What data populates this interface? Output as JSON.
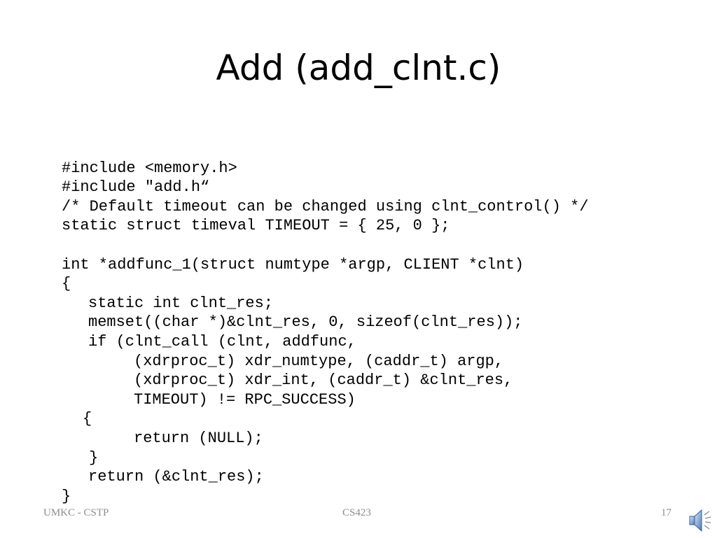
{
  "slide": {
    "title": "Add (add_clnt.c)",
    "code_lines": [
      "#include <memory.h>",
      "#include \"add.h“",
      "/* Default timeout can be changed using clnt_control() */",
      "static struct timeval TIMEOUT = { 25, 0 };",
      "int *addfunc_1(struct numtype *argp, CLIENT *clnt)",
      "{",
      "static int clnt_res;",
      "memset((char *)&clnt_res, 0, sizeof(clnt_res));",
      "if (clnt_call (clnt, addfunc,",
      "(xdrproc_t) xdr_numtype, (caddr_t) argp,",
      "(xdrproc_t) xdr_int, (caddr_t) &clnt_res,",
      "TIMEOUT) != RPC_SUCCESS)",
      "{",
      "return (NULL);",
      "}",
      "return (&clnt_res);",
      "}"
    ]
  },
  "footer": {
    "left": "UMKC - CSTP",
    "center": "CS423",
    "page_number": "17"
  },
  "icons": {
    "speaker": "speaker-icon"
  },
  "colors": {
    "footer_text": "#8c8c8c",
    "speaker_blue": "#4a78b8"
  }
}
